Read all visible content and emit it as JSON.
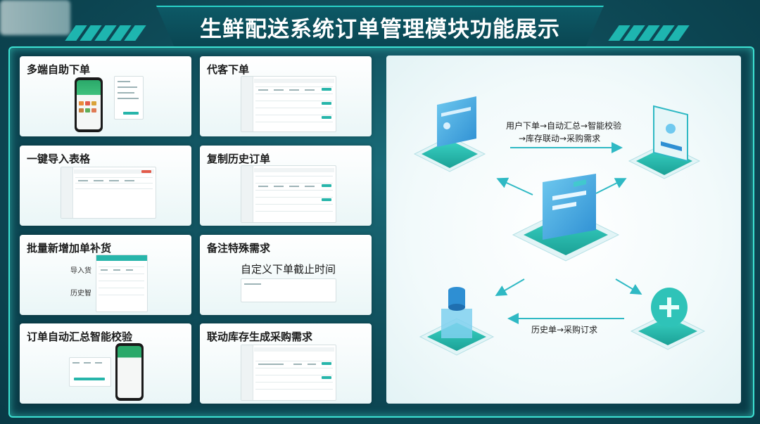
{
  "title": "生鲜配送系统订单管理模块功能展示",
  "cards": [
    {
      "title": "多端自助下单"
    },
    {
      "title": "代客下单"
    },
    {
      "title": "一键导入表格"
    },
    {
      "title": "复制历史订单"
    },
    {
      "title": "批量新增加单补货",
      "labels": [
        "导入货",
        "历史智"
      ]
    },
    {
      "title": "备注特殊需求",
      "subtitle": "自定义下单截止时间"
    },
    {
      "title": "订单自动汇总智能校验"
    },
    {
      "title": "联动库存生成采购需求"
    }
  ],
  "diagram": {
    "flow_top_line1": "用户下单→自动汇总→智能校验",
    "flow_top_line2": "→库存联动→采购需求",
    "flow_bottom": "历史单→采购订求",
    "nodes": [
      {
        "icon": "user-order-device-icon"
      },
      {
        "icon": "purchase-document-icon"
      },
      {
        "icon": "central-monitor-icon"
      },
      {
        "icon": "inventory-database-icon"
      },
      {
        "icon": "add-purchase-icon"
      }
    ],
    "accent": "#20b6a8"
  }
}
